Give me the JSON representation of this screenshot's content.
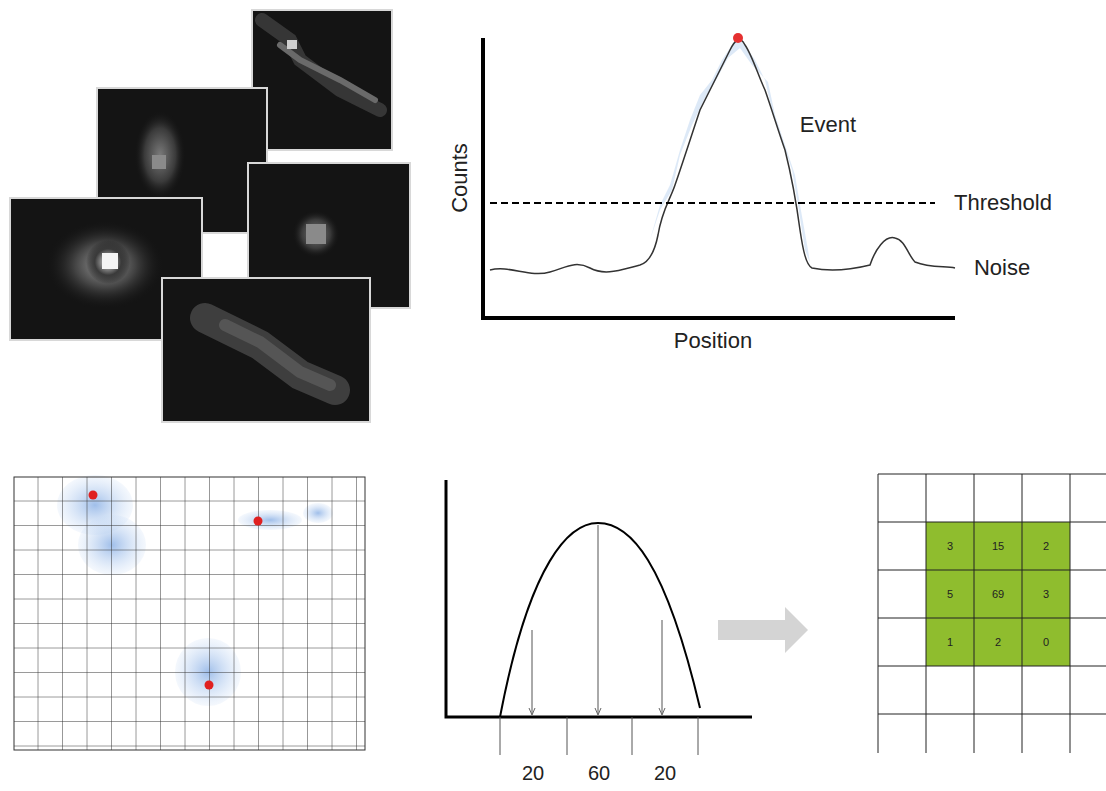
{
  "diagram": {
    "labels": [
      "Counts",
      "Event",
      "Threshold",
      "Noise",
      "Position",
      "20",
      "60",
      "20",
      "3",
      "15",
      "2",
      "5",
      "69",
      "3",
      "1",
      "2",
      "0"
    ]
  }
}
